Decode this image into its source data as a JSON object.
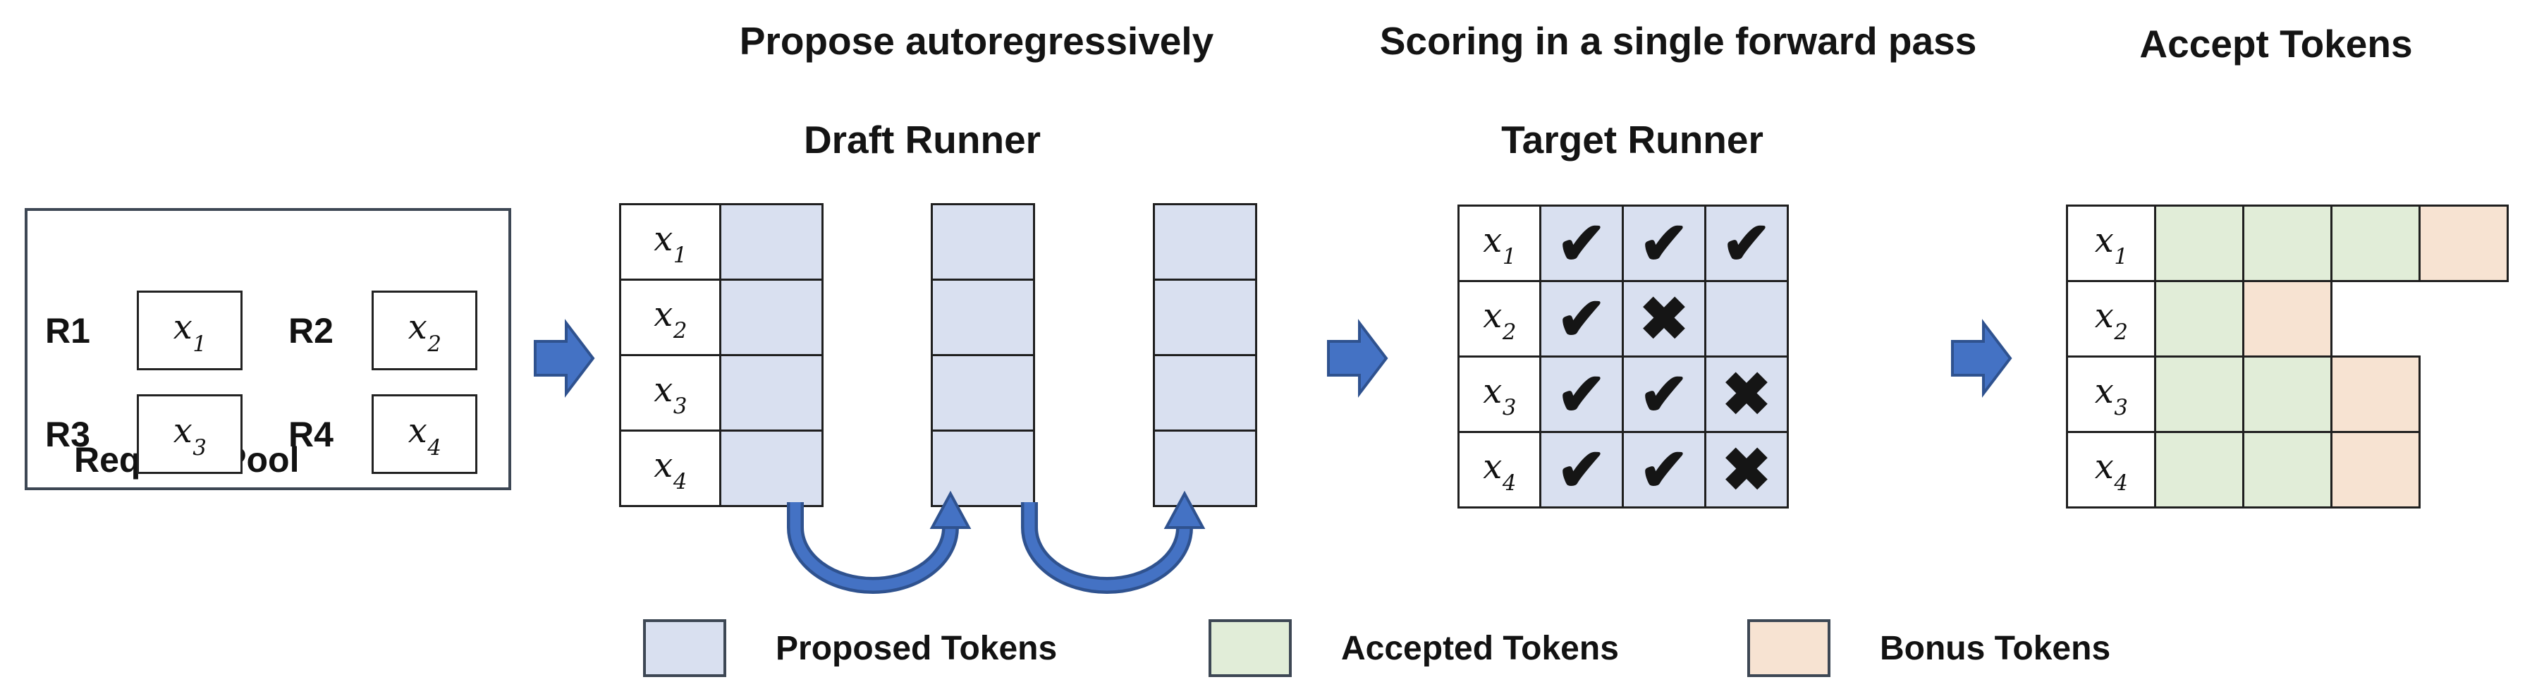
{
  "titles": {
    "draft_step": "Propose autoregressively",
    "draft_runner": "Draft Runner",
    "target_step": "Scoring in a single forward pass",
    "target_runner": "Target Runner",
    "accept": "Accept Tokens"
  },
  "request_pool": {
    "title": "Request Pool",
    "requests": [
      {
        "id": "R1",
        "token_base": "x",
        "token_sub": "1"
      },
      {
        "id": "R2",
        "token_base": "x",
        "token_sub": "2"
      },
      {
        "id": "R3",
        "token_base": "x",
        "token_sub": "3"
      },
      {
        "id": "R4",
        "token_base": "x",
        "token_sub": "4"
      }
    ]
  },
  "draft_runner": {
    "row_labels": [
      {
        "base": "x",
        "sub": "1"
      },
      {
        "base": "x",
        "sub": "2"
      },
      {
        "base": "x",
        "sub": "3"
      },
      {
        "base": "x",
        "sub": "4"
      }
    ],
    "proposal_steps": 3
  },
  "target_runner": {
    "row_labels": [
      {
        "base": "x",
        "sub": "1"
      },
      {
        "base": "x",
        "sub": "2"
      },
      {
        "base": "x",
        "sub": "3"
      },
      {
        "base": "x",
        "sub": "4"
      }
    ],
    "marks": [
      [
        "check",
        "check",
        "check"
      ],
      [
        "check",
        "cross",
        "none"
      ],
      [
        "check",
        "check",
        "cross"
      ],
      [
        "check",
        "check",
        "cross"
      ]
    ]
  },
  "accept_tokens": {
    "rows": [
      {
        "label": {
          "base": "x",
          "sub": "1"
        },
        "cells": [
          "accepted",
          "accepted",
          "accepted",
          "bonus"
        ]
      },
      {
        "label": {
          "base": "x",
          "sub": "2"
        },
        "cells": [
          "accepted",
          "bonus"
        ]
      },
      {
        "label": {
          "base": "x",
          "sub": "3"
        },
        "cells": [
          "accepted",
          "accepted",
          "bonus"
        ]
      },
      {
        "label": {
          "base": "x",
          "sub": "4"
        },
        "cells": [
          "accepted",
          "accepted",
          "bonus"
        ]
      }
    ]
  },
  "legend": {
    "items": [
      {
        "key": "proposed",
        "label": "Proposed Tokens"
      },
      {
        "key": "accepted",
        "label": "Accepted Tokens"
      },
      {
        "key": "bonus",
        "label": "Bonus Tokens"
      }
    ]
  },
  "icons": {
    "check": "✔",
    "cross": "✖",
    "none": ""
  },
  "colors": {
    "proposed": "#d9e0f0",
    "accepted": "#e1edd8",
    "bonus": "#f7e3d2",
    "arrow_fill": "#4472c4",
    "arrow_outline": "#2f528f",
    "grid_border": "#1f1f1f",
    "frame_border": "#3d4754"
  }
}
